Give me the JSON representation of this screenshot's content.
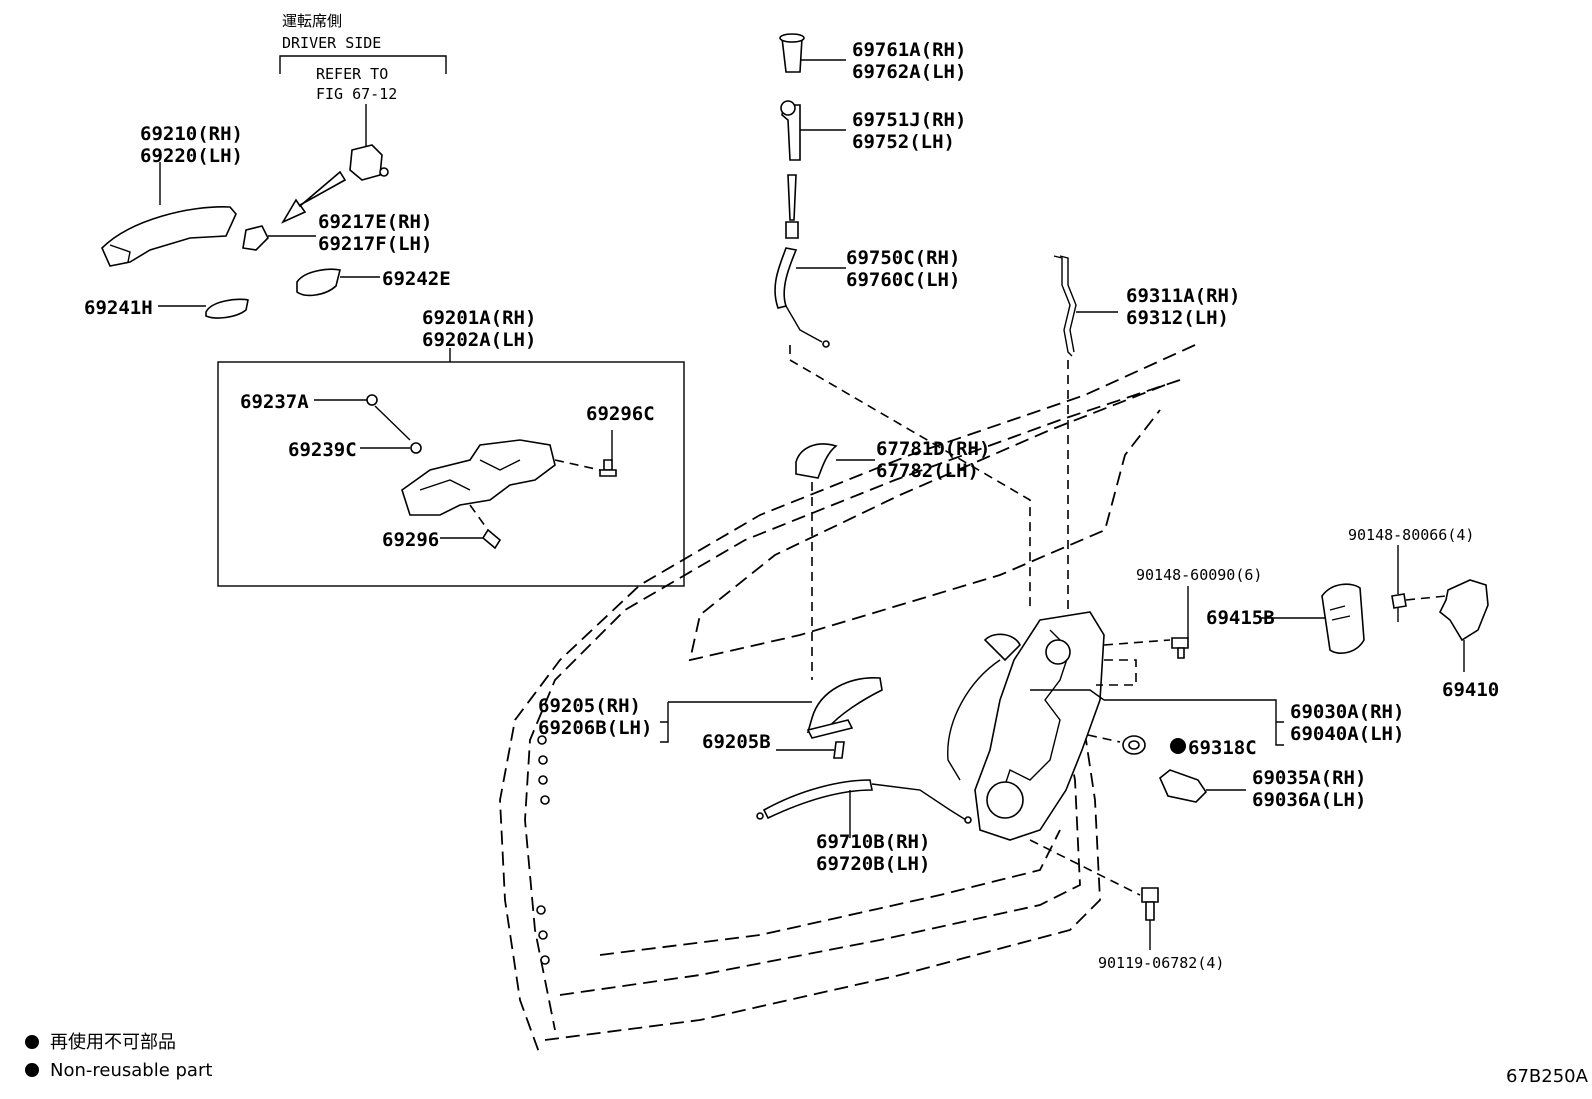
{
  "driver_side": {
    "jp": "運転席側",
    "en": "DRIVER SIDE",
    "refer_1": "REFER TO",
    "refer_2": "FIG 67-12"
  },
  "labels": {
    "p69210": "69210(RH)",
    "p69220": "69220(LH)",
    "p69217e": "69217E(RH)",
    "p69217f": "69217F(LH)",
    "p69242e": "69242E",
    "p69241h": "69241H",
    "p69201a": "69201A(RH)",
    "p69202a": "69202A(LH)",
    "p69237a": "69237A",
    "p69239c": "69239C",
    "p69296c": "69296C",
    "p69296": "69296",
    "p69761a": "69761A(RH)",
    "p69762a": "69762A(LH)",
    "p69751j": "69751J(RH)",
    "p69752": "69752(LH)",
    "p69750c": "69750C(RH)",
    "p69760c": "69760C(LH)",
    "p69311a": "69311A(RH)",
    "p69312": "69312(LH)",
    "p67781d": "67781D(RH)",
    "p67782": "67782(LH)",
    "p90148_80066": "90148-80066(4)",
    "p90148_60090": "90148-60090(6)",
    "p69415b": "69415B",
    "p69410": "69410",
    "p69205": "69205(RH)",
    "p69206b": "69206B(LH)",
    "p69205b": "69205B",
    "p69030a": "69030A(RH)",
    "p69040a": "69040A(LH)",
    "p69318c": "69318C",
    "p69035a": "69035A(RH)",
    "p69036a": "69036A(LH)",
    "p69710b": "69710B(RH)",
    "p69720b": "69720B(LH)",
    "p90119": "90119-06782(4)"
  },
  "legend": {
    "jp": "再使用不可部品",
    "en": "Non-reusable part"
  },
  "figure_code": "67B250A"
}
